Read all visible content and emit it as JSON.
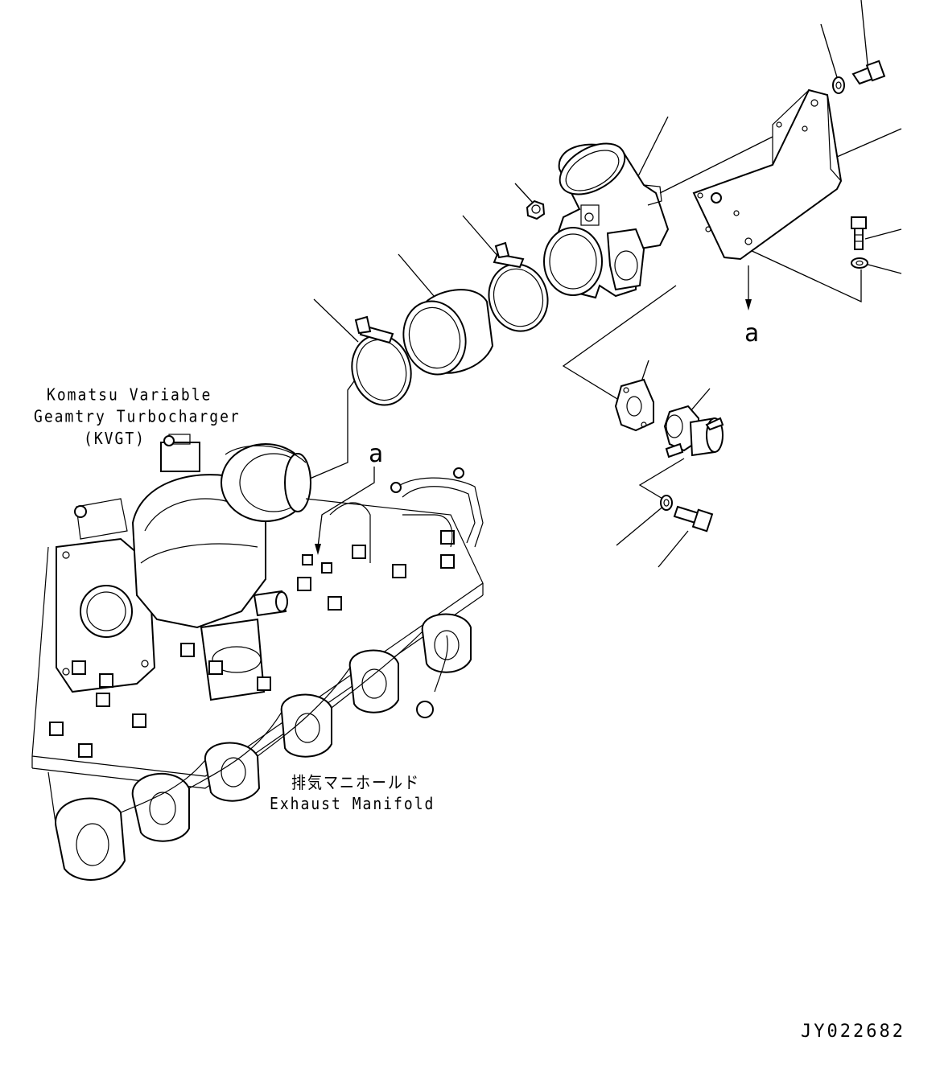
{
  "labels": {
    "turbo_line1": "Komatsu Variable",
    "turbo_line2": "Geamtry Turbocharger",
    "turbo_line3": "(KVGT)",
    "manifold_jp": "排気マニホールド",
    "manifold_en": "Exhaust Manifold",
    "ref_a_top": "a",
    "ref_a_bottom": "a",
    "doc_id": "JY022682"
  }
}
